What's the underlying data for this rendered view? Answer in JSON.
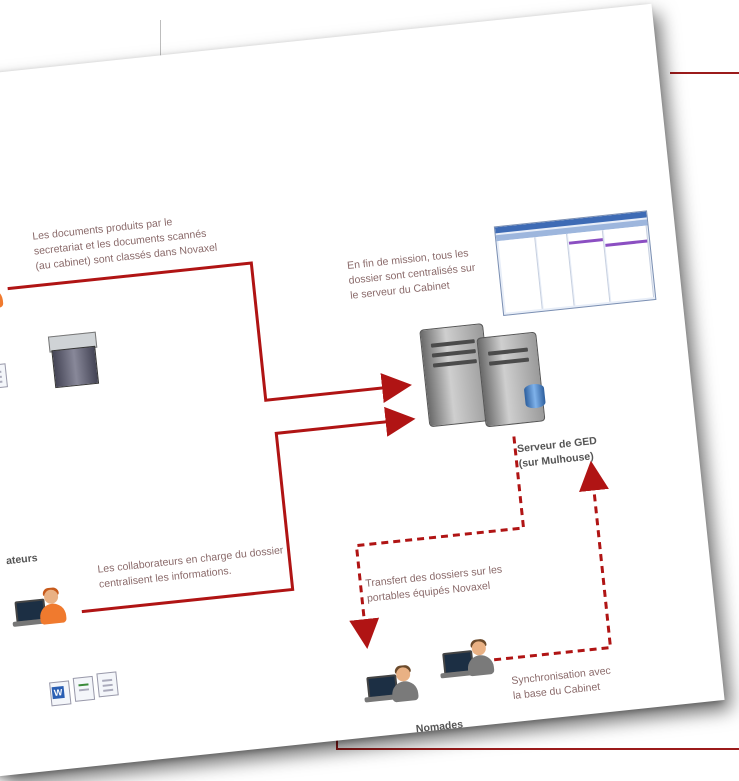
{
  "labels": {
    "doc_scan": [
      "Les documents produits par le",
      "secretariat et les documents scannés",
      "(au cabinet) sont classés dans Novaxel"
    ],
    "fin_mission": [
      "En fin de mission, tous les",
      "dossier sont centralisés sur",
      "le serveur du Cabinet"
    ],
    "collab_partial": "ateurs",
    "collab_text": [
      "Les collaborateurs en charge du dossier",
      "centralisent les informations."
    ],
    "server": [
      "Serveur de GED",
      "(sur Mulhouse)"
    ],
    "transfert": [
      "Transfert des dossiers sur les",
      "portables équipés Novaxel"
    ],
    "sync": [
      "Synchronisation avec",
      "la base du Cabinet"
    ],
    "nomades": "Nomades"
  },
  "colors": {
    "arrow": "#b01414",
    "frame": "#9b1b1b"
  },
  "icons": [
    "person-icon",
    "copier-icon",
    "document-icon",
    "server-icon",
    "laptop-icon",
    "screenshot-thumbnail"
  ]
}
